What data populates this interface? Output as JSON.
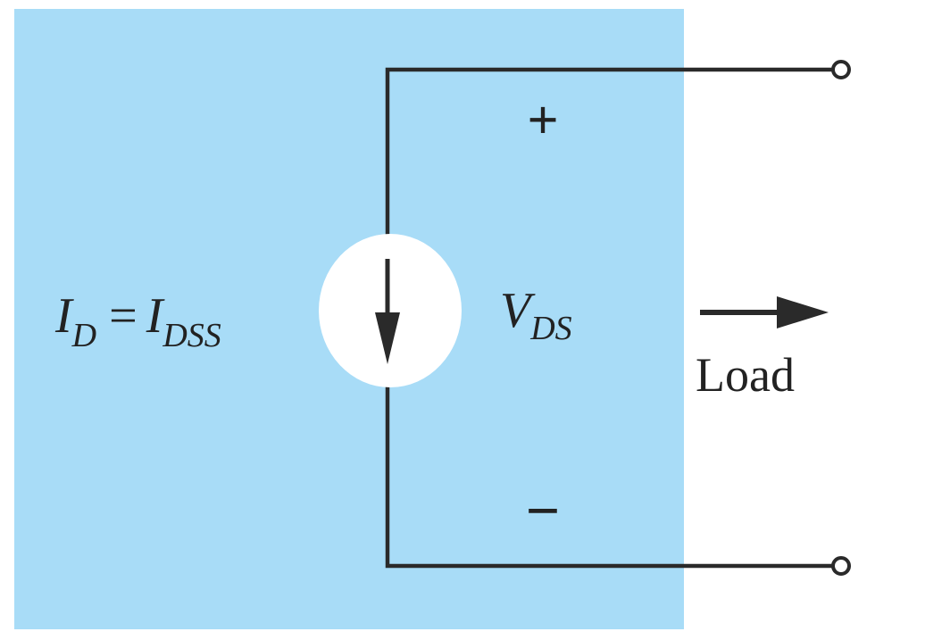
{
  "diagram": {
    "current_label": {
      "lhs_symbol": "I",
      "lhs_subscript": "D",
      "equals": "=",
      "rhs_symbol": "I",
      "rhs_subscript": "DSS"
    },
    "voltage_label": {
      "symbol": "V",
      "subscript": "DS"
    },
    "polarity": {
      "plus": "+",
      "minus": "−"
    },
    "load_label": "Load",
    "colors": {
      "region_fill": "#a8dcf7",
      "wire": "#2a2a2a",
      "source_fill": "#ffffff"
    }
  }
}
